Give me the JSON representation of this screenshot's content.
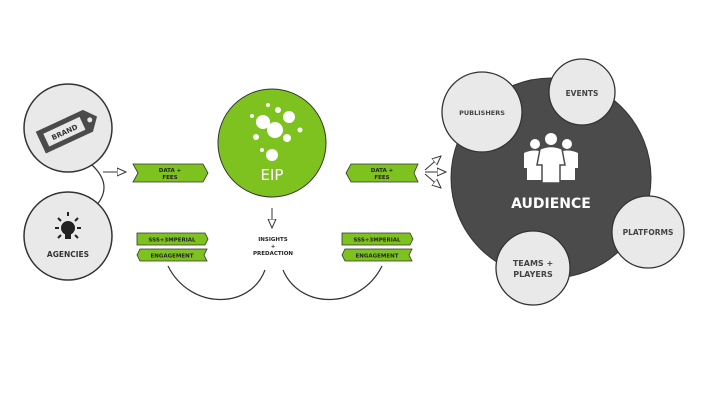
{
  "colors": {
    "green": "#7dc21e",
    "dark": "#4b4b4b",
    "light": "#e9e9e9",
    "stroke": "#333333"
  },
  "left": {
    "brand": "BRAND",
    "agencies": "AGENCIES"
  },
  "center": {
    "title": "EIP",
    "insights_line1": "INSIGHTS",
    "insights_line2": "+",
    "insights_line3": "PREDACTION"
  },
  "tags": {
    "data_line1": "DATA +",
    "data_line2": "FEES",
    "sss": "SSS+3MPERIAL",
    "engagement": "ENGAGEMENT"
  },
  "audience": {
    "title": "AUDIENCE",
    "publishers": "PUBLISHERS",
    "events": "EVENTS",
    "platforms": "PLATFORMS",
    "teams_line1": "TEAMS +",
    "teams_line2": "PLAYERS"
  }
}
